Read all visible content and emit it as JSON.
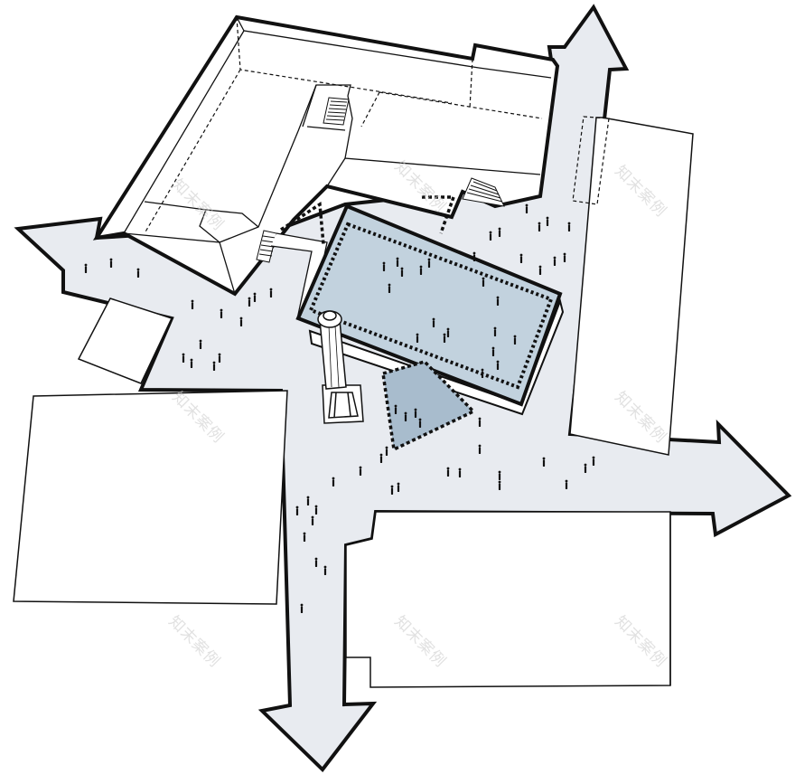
{
  "diagram": {
    "type": "urban-circulation-axonometric",
    "colors": {
      "circulation": "#e8ebf0",
      "glass": "#c2d2de",
      "glass_shadow": "#a8bccd",
      "stroke": "#111111",
      "building_fill": "#ffffff",
      "watermark": "#c9c9c9"
    },
    "watermarks": [
      "知末案例",
      "知末案例",
      "知末案例",
      "知末案例",
      "知末案例",
      "知末案例"
    ]
  }
}
